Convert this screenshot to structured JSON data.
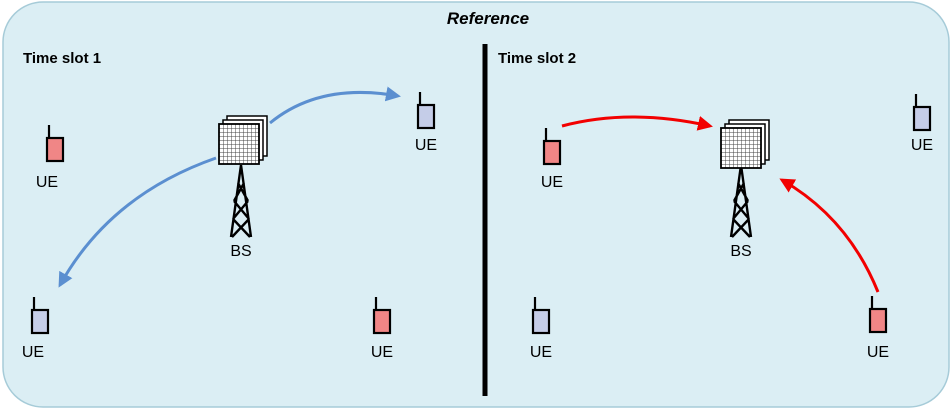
{
  "title": "Reference",
  "colors": {
    "panel_fill": "#dbeef4",
    "panel_stroke": "#a6cbd8",
    "divider": "#000000",
    "downlink_arrow": "#5b8fd0",
    "uplink_arrow": "#f20000",
    "ue_active": "#f08686",
    "ue_idle": "#c5cde8"
  },
  "time_slot_1": {
    "label": "Time slot 1",
    "bs_label": "BS",
    "ue_labels": [
      "UE",
      "UE",
      "UE",
      "UE"
    ]
  },
  "time_slot_2": {
    "label": "Time slot 2",
    "bs_label": "BS",
    "ue_labels": [
      "UE",
      "UE",
      "UE",
      "UE"
    ]
  }
}
